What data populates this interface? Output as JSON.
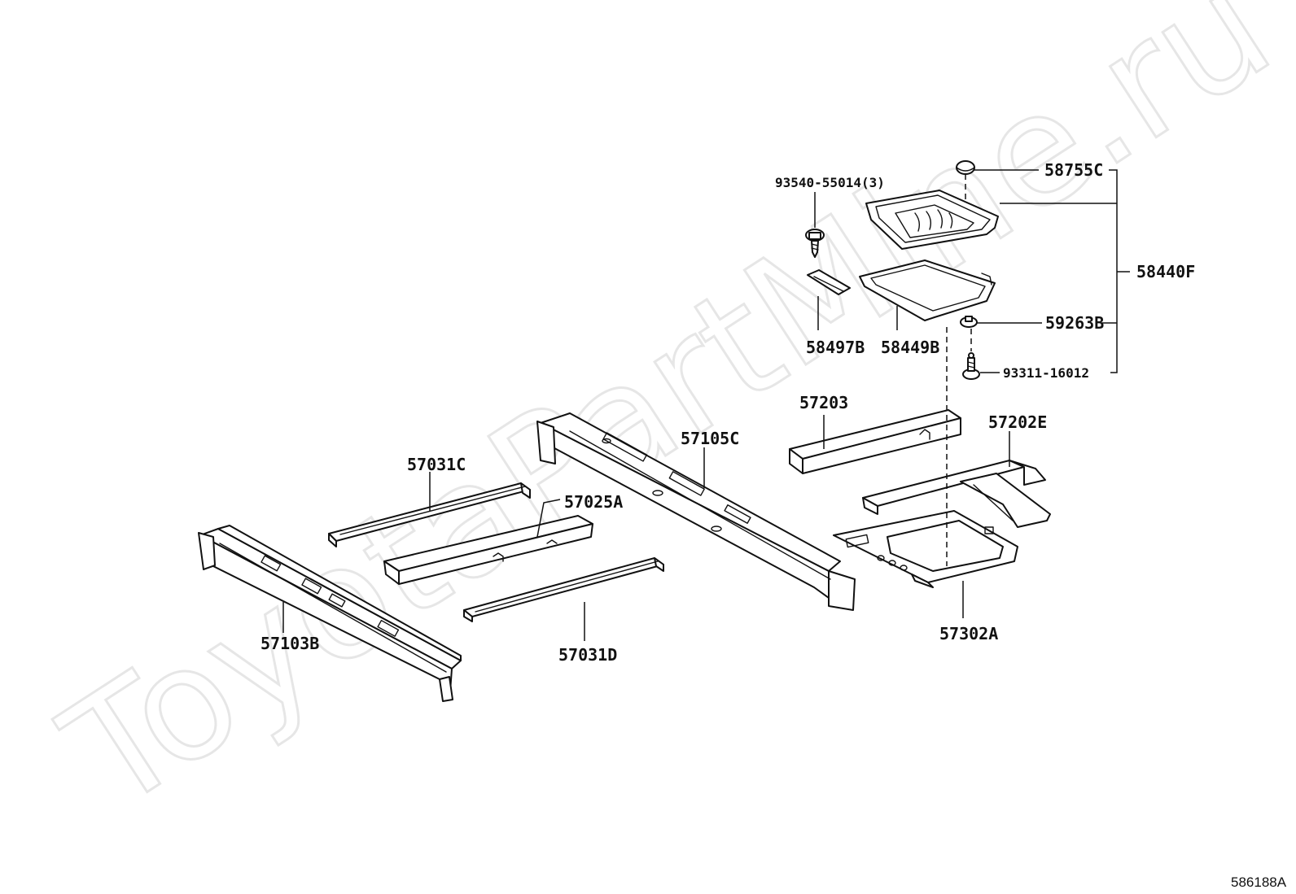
{
  "diagram": {
    "watermark": "ToyotaPartMine.ru",
    "illustration_code": "586188A",
    "labels": {
      "p93540": "93540-55014(3)",
      "p58755C": "58755C",
      "p58440F": "58440F",
      "p59263B": "59263B",
      "p93311": "93311-16012",
      "p58497B": "58497B",
      "p58449B": "58449B",
      "p57203": "57203",
      "p57202E": "57202E",
      "p57105C": "57105C",
      "p57031C": "57031C",
      "p57025A": "57025A",
      "p57103B": "57103B",
      "p57031D": "57031D",
      "p57302A": "57302A"
    }
  }
}
